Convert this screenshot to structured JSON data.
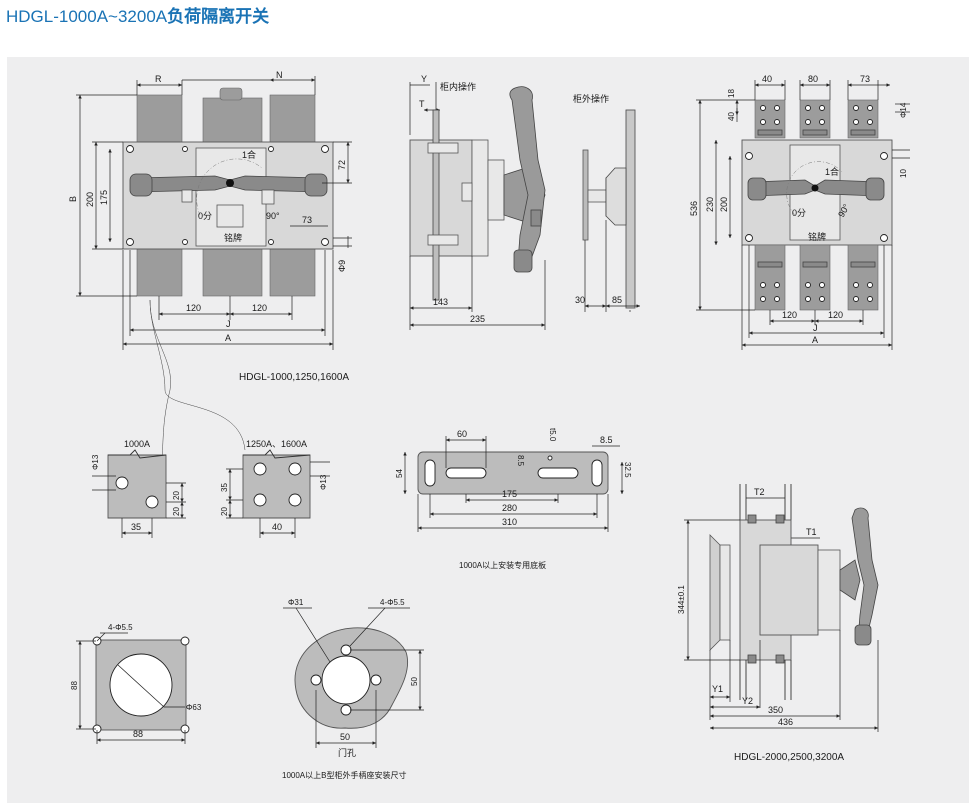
{
  "title": {
    "model": "HDGL-1000A~3200A",
    "name": "负荷隔离开关"
  },
  "front_view": {
    "dims": {
      "R": "R",
      "N": "N",
      "B": "B",
      "h200": "200",
      "h175": "175",
      "d72": "72",
      "d73": "73",
      "phi9": "Φ9",
      "w120a": "120",
      "w120b": "120",
      "J": "J",
      "A": "A"
    },
    "labels": {
      "on": "1合",
      "off": "0分",
      "angle": "90°",
      "nameplate": "铭牌"
    },
    "caption": "HDGL-1000,1250,1600A"
  },
  "side_view": {
    "labels": {
      "Y": "Y",
      "T": "T",
      "inner_op": "柜内操作"
    },
    "dims": {
      "d143": "143",
      "d235": "235"
    }
  },
  "outer_view": {
    "labels": {
      "outer_op": "柜外操作"
    },
    "dims": {
      "d30": "30",
      "d85": "85"
    }
  },
  "large_view": {
    "dims": {
      "d40": "40",
      "d80": "80",
      "d73": "73",
      "d18": "18",
      "d40v": "40",
      "phi14": "Φ14",
      "d10": "10",
      "d536": "536",
      "d230": "230",
      "d200": "200",
      "w120a": "120",
      "w120b": "120",
      "J": "J",
      "A": "A"
    },
    "labels": {
      "on": "1合",
      "off": "0分",
      "angle": "90°",
      "nameplate": "铭牌"
    }
  },
  "terminal_1000": {
    "caption": "1000A",
    "dims": {
      "phi13": "Φ13",
      "d20": "20",
      "d20b": "20",
      "d35": "35"
    }
  },
  "terminal_1250": {
    "caption": "1250A、1600A",
    "dims": {
      "d35": "35",
      "d20": "20",
      "phi13": "Φ13",
      "d40": "40"
    }
  },
  "base_plate": {
    "dims": {
      "d60": "60",
      "t5": "t5.0",
      "d85v": "8.5",
      "d85": "8.5",
      "d54": "54",
      "d325": "32.5",
      "d175": "175",
      "d280": "280",
      "d310": "310"
    },
    "caption": "1000A以上安装专用底板"
  },
  "side_large": {
    "labels": {
      "T2": "T2",
      "T1": "T1",
      "Y1": "Y1",
      "Y2": "Y2"
    },
    "dims": {
      "d344": "344±0.1",
      "d350": "350",
      "d436": "436"
    },
    "caption": "HDGL-2000,2500,3200A"
  },
  "square_cutout": {
    "dims": {
      "holes": "4-Φ5.5",
      "d88v": "88",
      "d88h": "88",
      "phi63": "Φ63"
    }
  },
  "door_hole": {
    "dims": {
      "phi31": "Φ31",
      "holes": "4-Φ5.5",
      "d50v": "50",
      "d50h": "50"
    },
    "label": "门孔",
    "caption": "1000A以上B型柜外手柄座安装尺寸"
  }
}
